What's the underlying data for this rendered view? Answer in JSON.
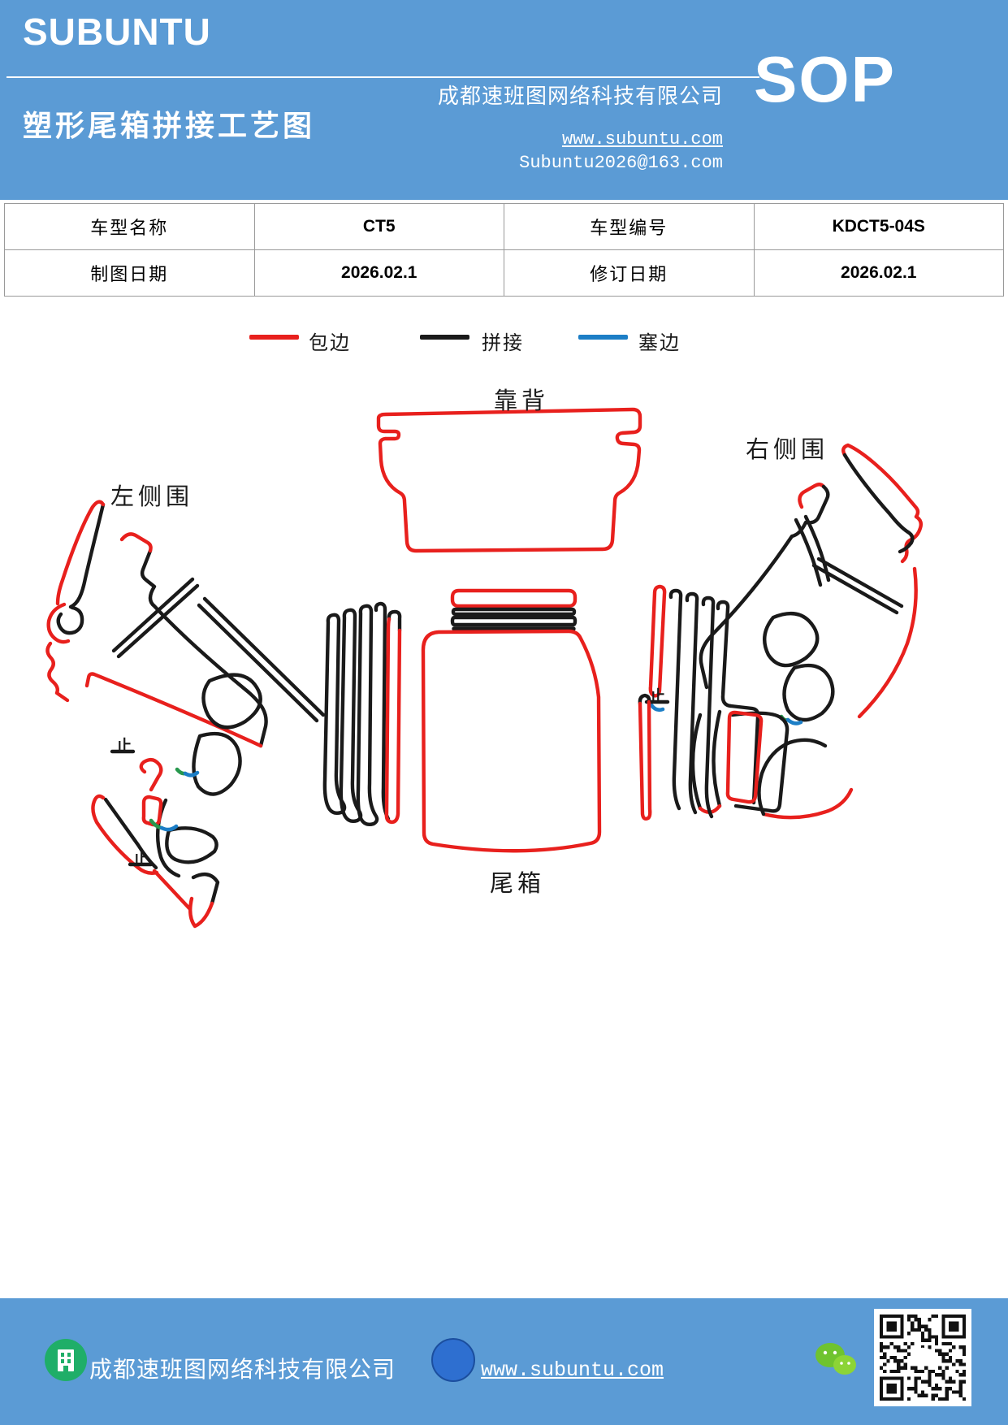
{
  "header": {
    "logo": "SUBUNTU",
    "title": "塑形尾箱拼接工艺图",
    "company": "成都速班图网络科技有限公司",
    "website": "www.subuntu.com",
    "email": "Subuntu2026@163.com",
    "doc_type": "SOP"
  },
  "info_table": {
    "rows": [
      {
        "cells": [
          "车型名称",
          "CT5",
          "车型编号",
          "KDCT5-04S"
        ]
      },
      {
        "cells": [
          "制图日期",
          "2026.02.1",
          "修订日期",
          "2026.02.1"
        ]
      }
    ]
  },
  "legend": {
    "items": [
      {
        "label": "包边",
        "color": "#e8201d",
        "meaning": "edge-wrap"
      },
      {
        "label": "拼接",
        "color": "#1a1a1a",
        "meaning": "splice"
      },
      {
        "label": "塞边",
        "color": "#1c7ec6",
        "meaning": "edge-tuck"
      }
    ]
  },
  "diagram": {
    "labels": {
      "backrest": "靠背",
      "left_side": "左侧围",
      "right_side": "右侧围",
      "trunk": "尾箱",
      "stop1": "止",
      "stop2": "止",
      "stop3": "止"
    }
  },
  "footer": {
    "company": "成都速班图网络科技有限公司",
    "website": "www.subuntu.com"
  },
  "colors": {
    "header_bg": "#5b9bd5",
    "line_red": "#e8201d",
    "line_black": "#1a1a1a",
    "line_blue": "#1c7ec6",
    "accent_green": "#27984d"
  }
}
